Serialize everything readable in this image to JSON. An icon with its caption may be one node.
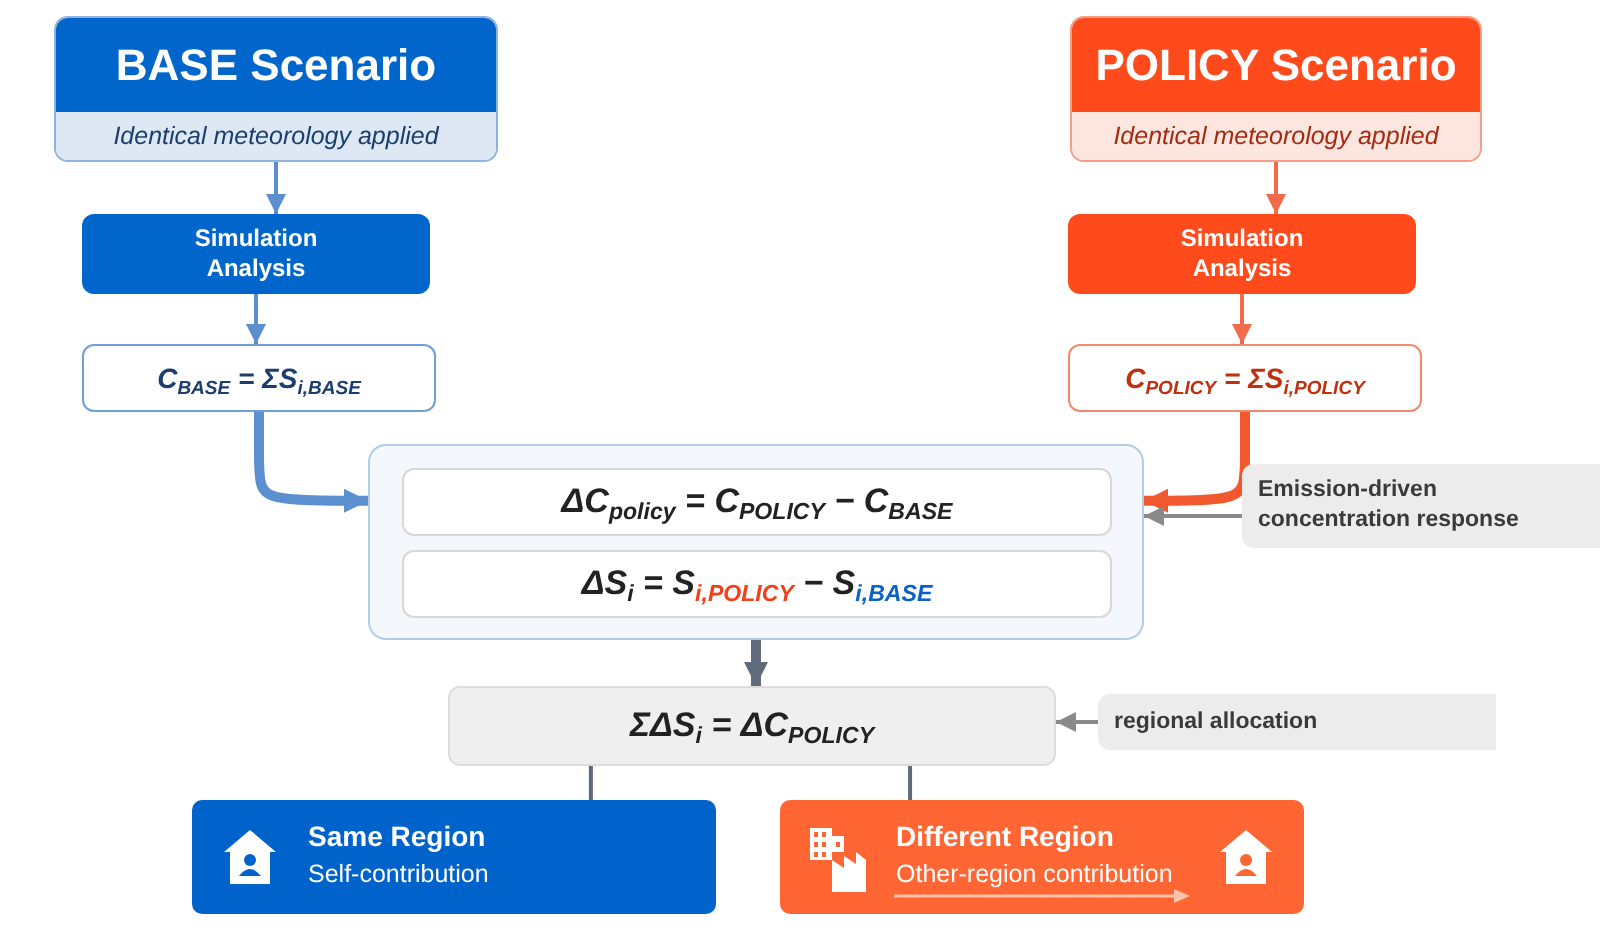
{
  "diagram": {
    "nodes": [
      {
        "text": [
          "BASE Scenario",
          "Identical meteorology applied"
        ]
      },
      {
        "text": [
          "POLICY Scenario",
          "Identical meteorology applied"
        ]
      },
      {
        "text": [
          "Simulation Analysis"
        ]
      },
      {
        "text": [
          "Simulation Analysis"
        ]
      },
      {
        "text": [
          "C$_{BASE}$ = ΣS$_{i,BASE}$"
        ]
      },
      {
        "text": [
          "C$_{POLICY}$ = ΣS$_{i,POLICY}$"
        ]
      },
      {
        "text": [],
        "shape": "box"
      },
      {
        "text": [
          "ΔC$_{policy}$ = C$_{POLICY}$ − C$_{BASE}$"
        ],
        "in": 6
      },
      {
        "text": [
          "ΔS$_{i}$ = S$_{i,POLICY}$ − S$_{i,BASE}$"
        ],
        "in": 6
      },
      {
        "text": [
          "Emission-driven concentration response"
        ]
      },
      {
        "text": [
          "ΣΔS$_{i}$ = ΔC$_{POLICY}$"
        ]
      },
      {
        "text": [
          "regional allocation"
        ]
      },
      {
        "text": [
          "Same Region",
          "Self-contribution"
        ]
      },
      {
        "text": [
          "Different Region",
          "Other-region contribution"
        ]
      }
    ],
    "edges": [
      {
        "from": 0,
        "to": 2,
        "arrow": "to",
        "color": "#5b8fd0"
      },
      {
        "from": 2,
        "to": 4,
        "arrow": "to",
        "color": "#5b8fd0"
      },
      {
        "from": 4,
        "to": 6,
        "arrow": "to",
        "style": "thick",
        "color": "#5b8fd0"
      },
      {
        "from": 1,
        "to": 3,
        "arrow": "to",
        "color": "#f26b4a"
      },
      {
        "from": 3,
        "to": 5,
        "arrow": "to",
        "color": "#f26b4a"
      },
      {
        "from": 5,
        "to": 6,
        "arrow": "to",
        "style": "thick",
        "color": "#f2582e"
      },
      {
        "from": 9,
        "to": 6,
        "arrow": "to",
        "color": "#8a8a8a"
      },
      {
        "from": 6,
        "to": 10,
        "arrow": "to",
        "style": "thick",
        "color": "#5f6b7a"
      },
      {
        "from": 11,
        "to": 10,
        "arrow": "to",
        "color": "#8a8a8a"
      },
      {
        "from": 10,
        "to": 12,
        "arrow": "none",
        "color": "#5f6b7a"
      },
      {
        "from": 10,
        "to": 13,
        "arrow": "none",
        "color": "#5f6b7a"
      }
    ]
  }
}
